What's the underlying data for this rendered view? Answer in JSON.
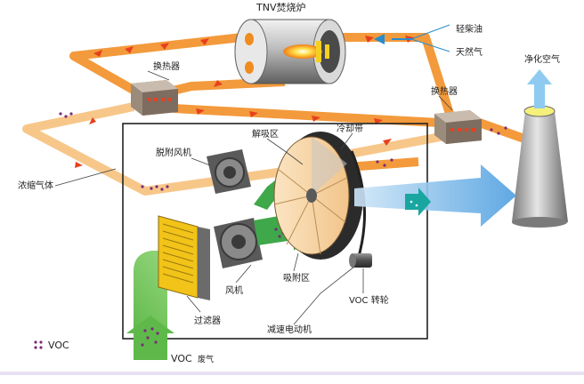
{
  "labels": {
    "furnace": "TNV焚烧炉",
    "light_diesel": "轻柴油",
    "natural_gas": "天然气",
    "clean_air": "净化空气",
    "heat_exchanger_left": "换热器",
    "heat_exchanger_right": "换热器",
    "desorption_fan": "脱附风机",
    "desorption_zone": "解吸区",
    "cooling_zone": "冷却带",
    "concentrated_gas": "浓缩气体",
    "fan": "风机",
    "adsorption_zone": "吸附区",
    "voc_rotor": "VOC 转轮",
    "filter": "过滤器",
    "gear_motor": "减速电动机",
    "waste_gas_voc": "VOC",
    "waste_gas_suffix": "废气",
    "legend_voc": "VOC"
  },
  "colors": {
    "hot_flow": "#f39a3c",
    "warm_flow": "#f7c78a",
    "flow_arrow": "#e8401e",
    "waste_air": "#8fd07a",
    "clean_air": "#6fb4e8",
    "voc_dot": "#7a2a7a",
    "frame": "#222222"
  }
}
